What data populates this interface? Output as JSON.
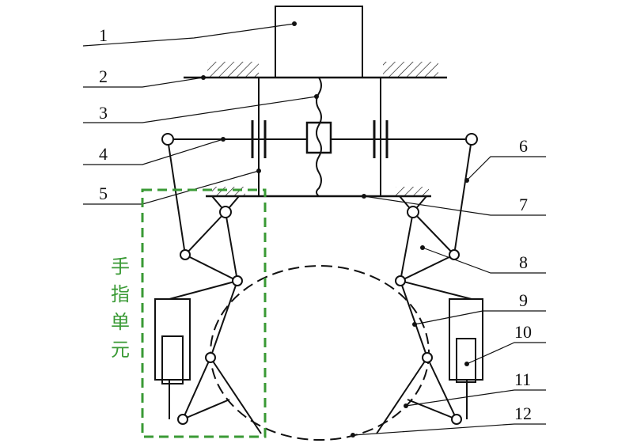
{
  "labels": {
    "l1": "1",
    "l2": "2",
    "l3": "3",
    "l4": "4",
    "l5": "5",
    "l6": "6",
    "l7": "7",
    "l8": "8",
    "l9": "9",
    "l10": "10",
    "l11": "11",
    "l12": "12"
  },
  "finger_unit": {
    "chars": [
      "手",
      "指",
      "单",
      "元"
    ]
  },
  "colors": {
    "line": "#111111",
    "finger_box": "#3a9a35"
  }
}
